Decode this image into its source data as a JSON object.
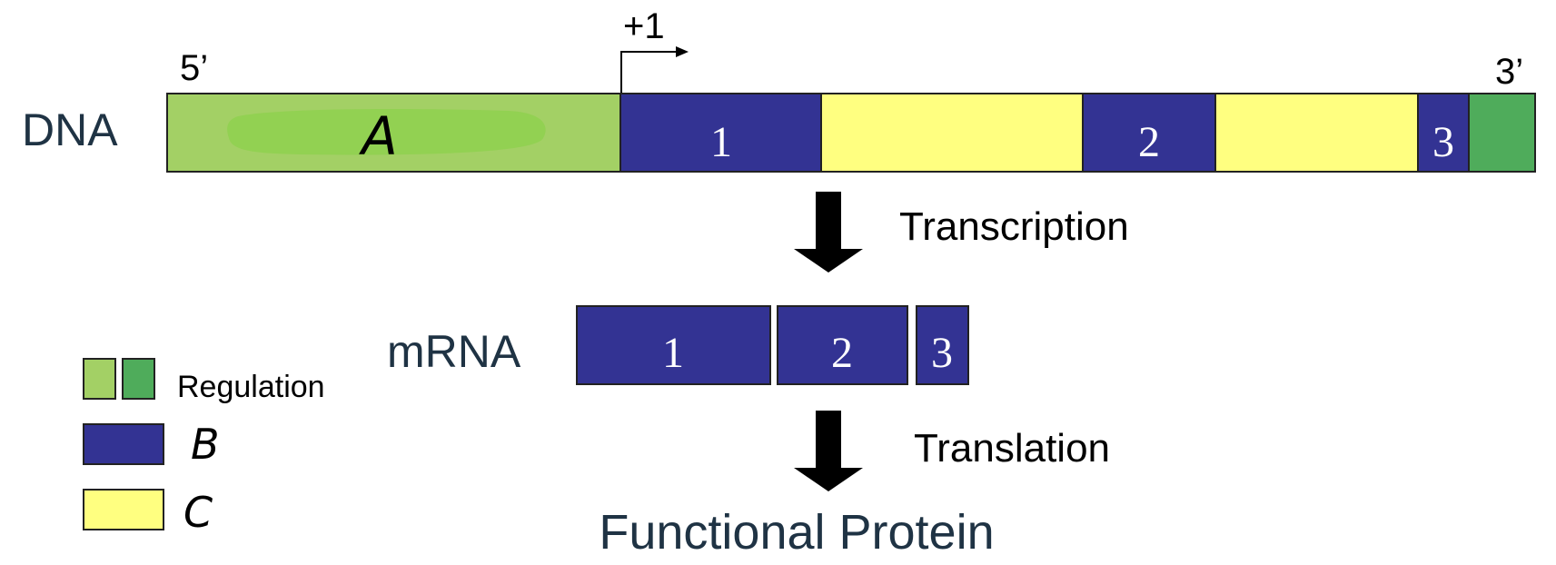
{
  "dna": {
    "label": "DNA",
    "five_prime": "5’",
    "three_prime": "3’",
    "tss_label": "+1",
    "region_a_label": "A",
    "exon_labels": [
      "1",
      "2",
      "3"
    ]
  },
  "process": {
    "transcription_label": "Transcription",
    "translation_label": "Translation"
  },
  "mrna": {
    "label": "mRNA",
    "exon_labels": [
      "1",
      "2",
      "3"
    ]
  },
  "product": {
    "label": "Functional Protein"
  },
  "legend": {
    "regulation_label": "Regulation",
    "b_label": "B",
    "c_label": "C"
  },
  "colors": {
    "regulation_light": "#a3d065",
    "regulation_dark": "#4fac5b",
    "exon": "#333393",
    "intron": "#ffff80",
    "text_dark": "#1f3344",
    "arrow": "#000000"
  }
}
